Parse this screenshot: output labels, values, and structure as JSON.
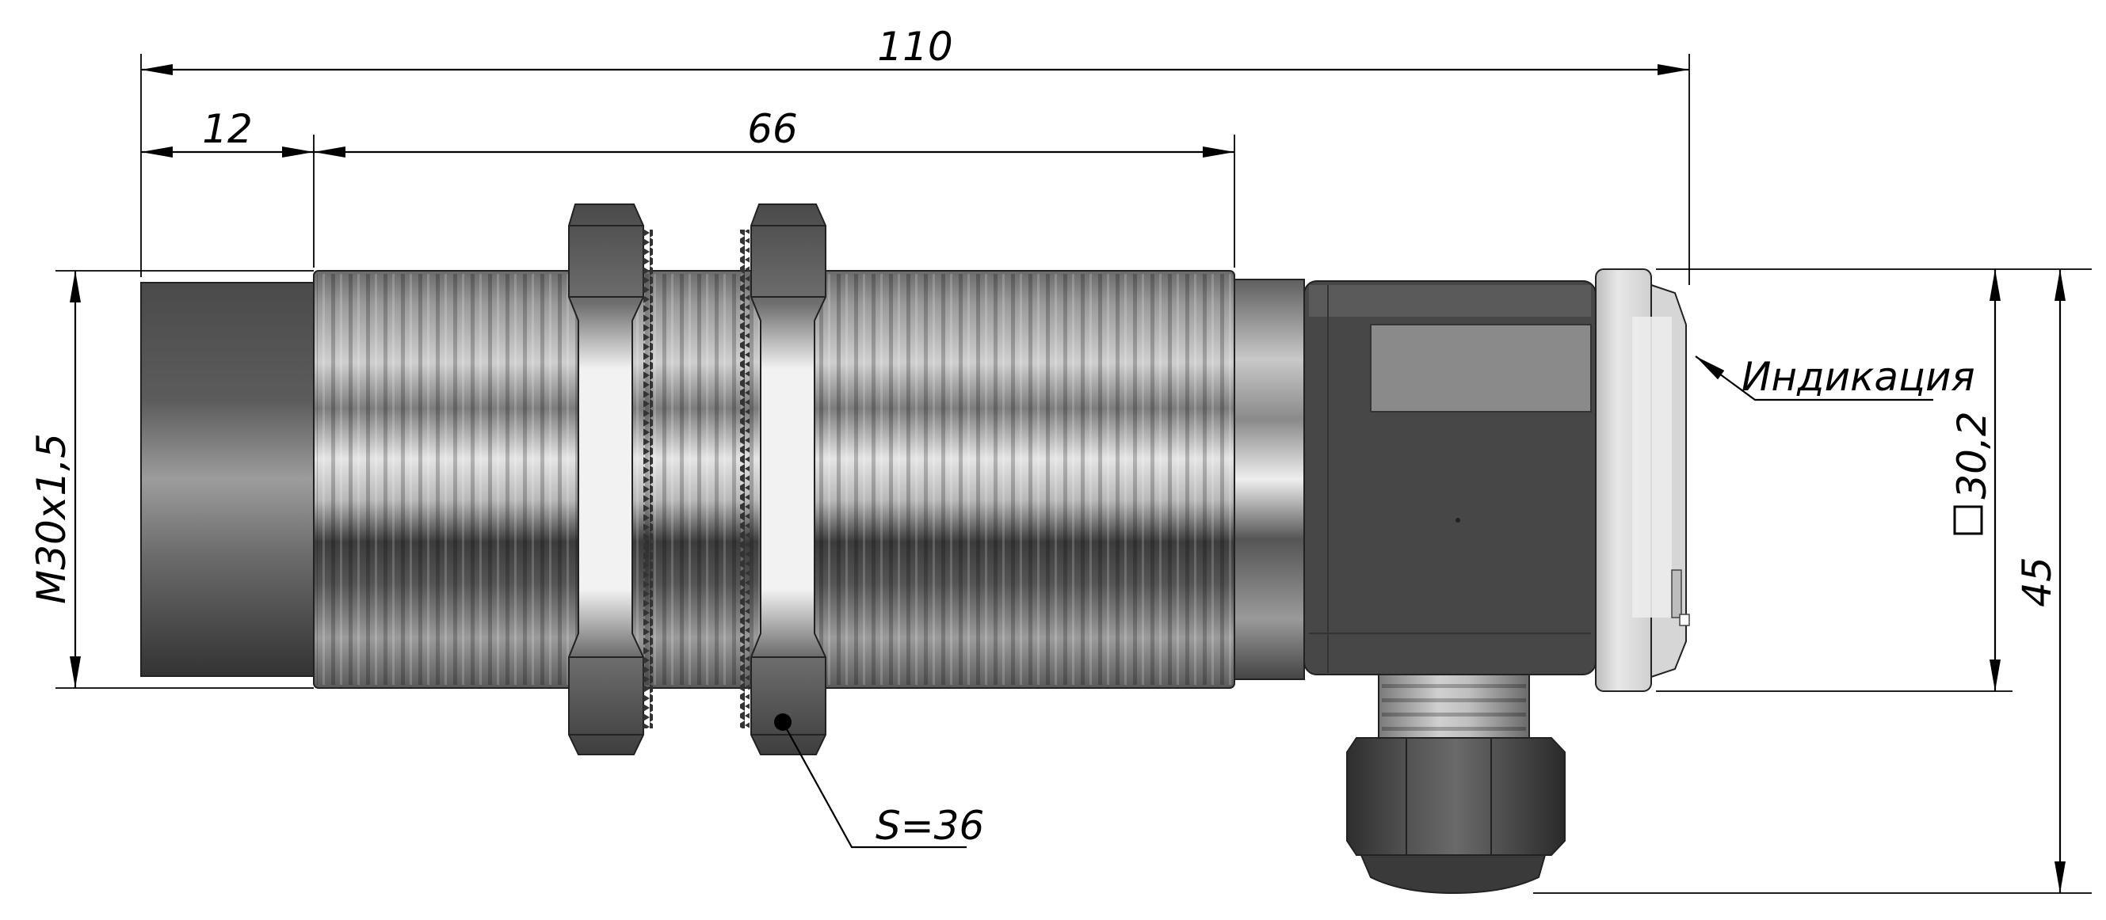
{
  "dimensions": {
    "overall_length": "110",
    "sensing_face_length": "12",
    "thread_length": "66",
    "thread_size": "M30x1,5",
    "housing_square": "30,2",
    "overall_height": "45",
    "wrench_size": "S=36"
  },
  "callouts": {
    "indication": "Индикация"
  },
  "colors": {
    "line": "#000000",
    "metal_dark": "#3a3a3a",
    "metal_light": "#d8d8d8",
    "housing": "#484848",
    "background": "#ffffff"
  }
}
